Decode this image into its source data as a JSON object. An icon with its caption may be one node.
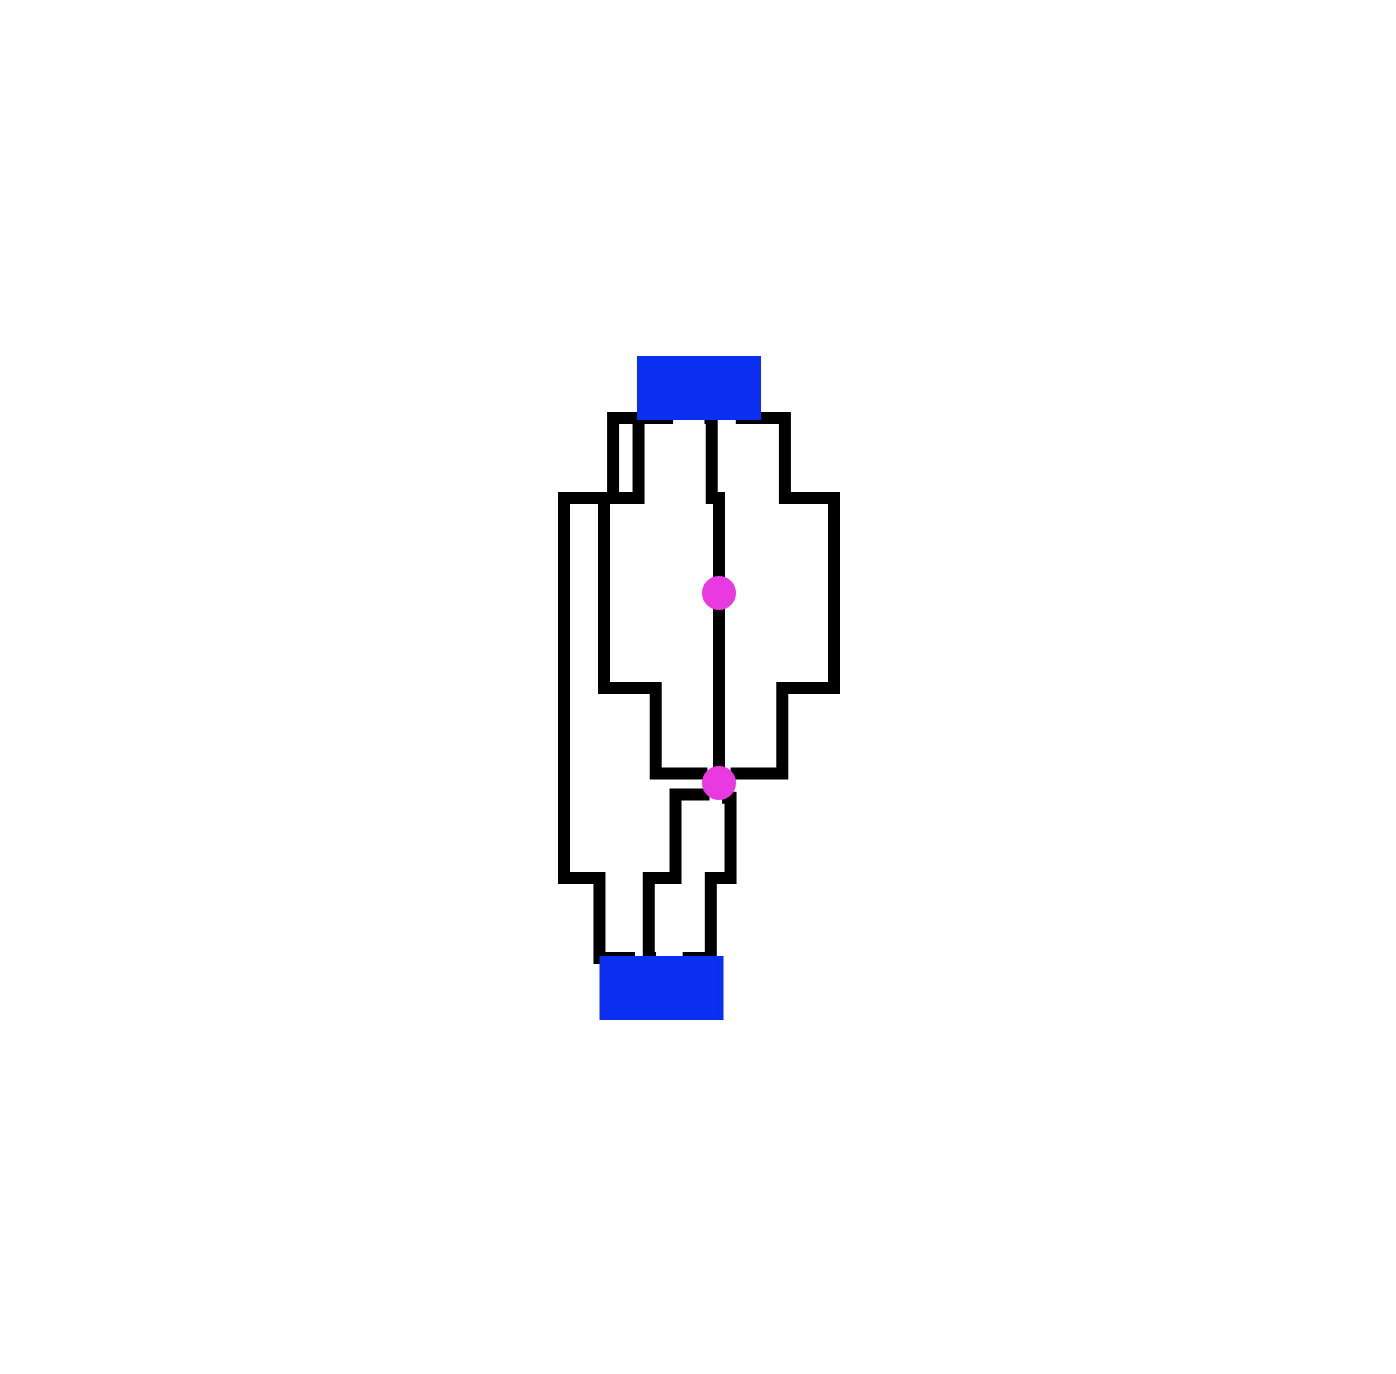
{
  "diagram": {
    "nodes": [
      {
        "text": [],
        "shape": "box"
      },
      {
        "text": [],
        "shape": "circle"
      },
      {
        "text": [],
        "shape": "circle"
      },
      {
        "text": [],
        "shape": "box"
      }
    ],
    "edges": [
      {
        "from": 0,
        "to": 1,
        "arrow": "none"
      },
      {
        "from": 0,
        "to": 2,
        "arrow": "none"
      },
      {
        "from": 1,
        "to": 2,
        "arrow": "none"
      },
      {
        "from": 0,
        "to": 2,
        "arrow": "none"
      },
      {
        "from": 0,
        "to": 3,
        "arrow": "none"
      },
      {
        "from": 2,
        "to": 3,
        "arrow": "none"
      },
      {
        "from": 2,
        "to": 3,
        "arrow": "none"
      }
    ]
  }
}
